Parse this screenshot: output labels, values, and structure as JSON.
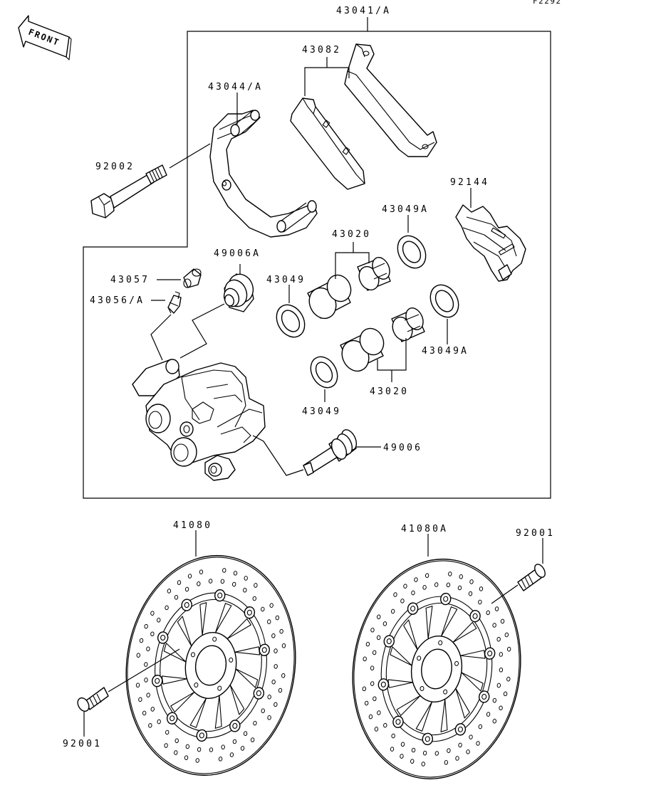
{
  "figure_code": "F2292",
  "front_label": "FRONT",
  "labels": {
    "caliper_assy": "43041/A",
    "pads": "43082",
    "bracket": "43044/A",
    "bolt_92002": "92002",
    "pad_spring": "92144",
    "seal_upper_a": "43049A",
    "piston_upper": "43020",
    "boot_49006a": "49006A",
    "bleed_cap": "43057",
    "bleed_valve": "43056/A",
    "seal_upper": "43049",
    "seal_lower_a": "43049A",
    "piston_lower": "43020",
    "seal_lower": "43049",
    "boot_49006": "49006",
    "disc_left": "41080",
    "disc_right": "41080A",
    "bolt_right": "92001",
    "bolt_left": "92001"
  }
}
